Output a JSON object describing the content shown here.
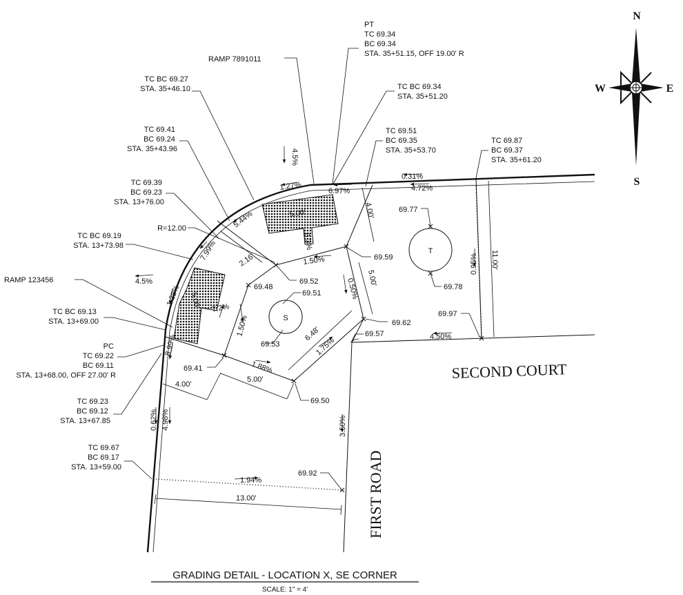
{
  "drawing": {
    "title": "GRADING DETAIL - LOCATION X, SE CORNER",
    "scale": "SCALE: 1\" = 4'"
  },
  "streets": {
    "second_court": "SECOND COURT",
    "first_road": "FIRST ROAD"
  },
  "compass": {
    "n": "N",
    "s": "S",
    "e": "E",
    "w": "W"
  },
  "ramps": {
    "ramp_a": "RAMP 7891011",
    "ramp_b": "RAMP 123456"
  },
  "callouts": {
    "pt": [
      "PT",
      "TC 69.34",
      "BC 69.34",
      "STA. 35+51.15, OFF 19.00' R"
    ],
    "tcbc_3446": [
      "TC BC 69.27",
      "STA. 35+46.10"
    ],
    "tcbc_3551": [
      "TC BC 69.34",
      "STA. 35+51.20"
    ],
    "tc6941": [
      "TC 69.41",
      "BC 69.24",
      "STA. 35+43.96"
    ],
    "tc6951": [
      "TC 69.51",
      "BC 69.35",
      "STA. 35+53.70"
    ],
    "tc6987": [
      "TC 69.87",
      "BC 69.37",
      "STA. 35+61.20"
    ],
    "tc6939": [
      "TC 69.39",
      "BC 69.23",
      "STA. 13+76.00"
    ],
    "radius": [
      "R=12.00"
    ],
    "tcbc_1373": [
      "TC BC 69.19",
      "STA. 13+73.98"
    ],
    "tcbc_1369": [
      "TC BC 69.13",
      "STA. 13+69.00"
    ],
    "pc": [
      "PC",
      "TC 69.22",
      "BC 69.11",
      "STA. 13+68.00, OFF 27.00' R"
    ],
    "tc6923": [
      "TC 69.23",
      "BC 69.12",
      "STA. 13+67.85"
    ],
    "tc6967": [
      "TC 69.67",
      "BC 69.17",
      "STA. 13+59.00"
    ]
  },
  "elevations": {
    "e6977": "69.77",
    "e6978": "69.78",
    "e6959": "69.59",
    "e6952": "69.52",
    "e6948": "69.48",
    "e6951": "69.51",
    "e6953": "69.53",
    "e6962": "69.62",
    "e6957": "69.57",
    "e6997": "69.97",
    "e6941": "69.41",
    "e6950": "69.50",
    "e6992": "69.92"
  },
  "slopes": {
    "s031": "0.31%",
    "s472": "4.72%",
    "s697": "6.97%",
    "s127": "1.27%",
    "s45a": "4.5%",
    "s544": "5.44%",
    "s63": "6.3%",
    "s799": "7.99%",
    "s150a": "1.50%",
    "s45b": "4.5%",
    "s128": "1.28%",
    "s72": "7.2%",
    "s050": "0.50%",
    "s150b": "1.50%",
    "s175": "1.75%",
    "s899": "8.99%",
    "s188": "1.88%",
    "s450": "4.50%",
    "s095": "0.95%",
    "s062": "0.62%",
    "s498": "4.98%",
    "s350": "3.50%",
    "s194": "1.94%"
  },
  "dims": {
    "d500a": "5.00'",
    "d400a": "4.00'",
    "d500b": "5.00'",
    "d1100": "11.00'",
    "d216": "2.16'",
    "d500c": "5.00'",
    "d648": "6.48'",
    "d500d": "5.00'",
    "d400b": "4.00'",
    "d1300": "13.00'"
  },
  "symbols": {
    "tree": "T",
    "sign": "S"
  }
}
